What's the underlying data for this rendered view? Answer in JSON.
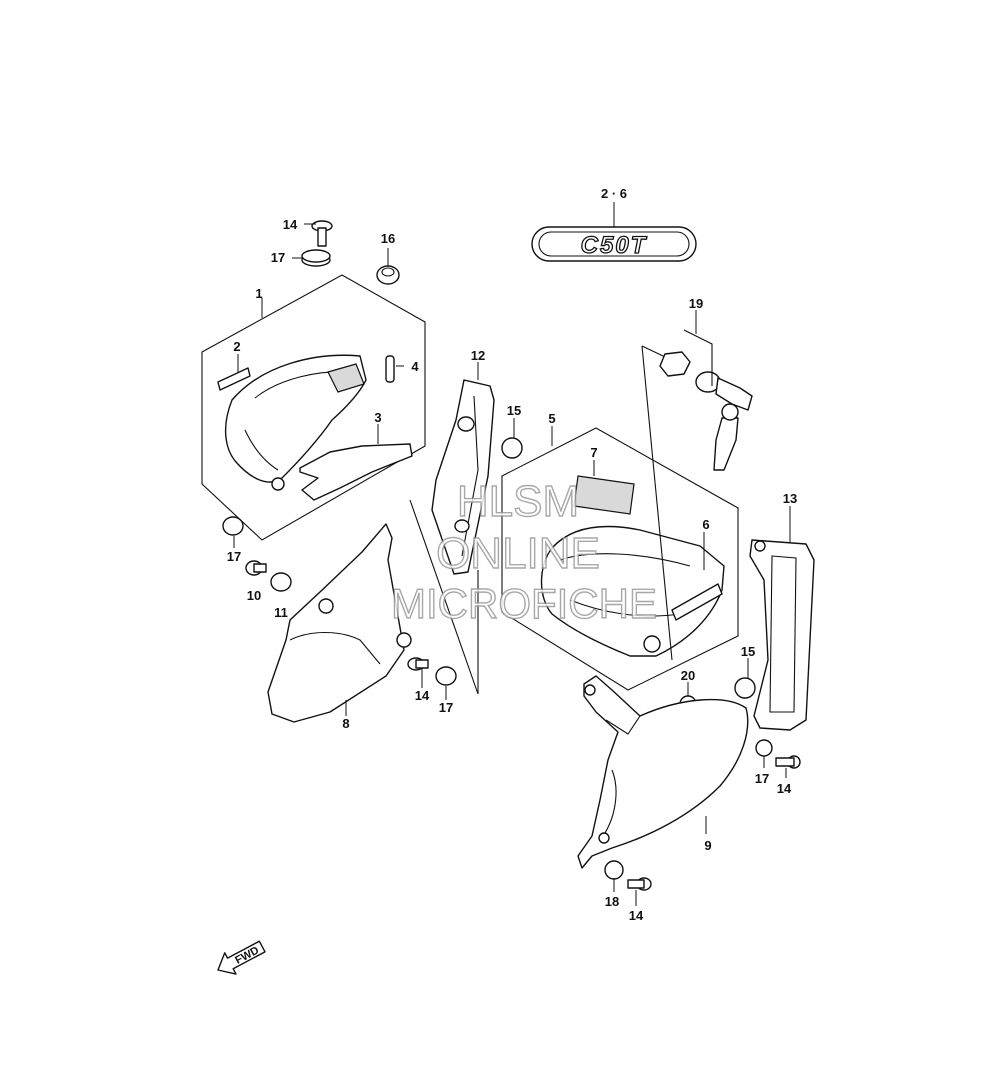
{
  "emblem_text": "C50T",
  "fwd_label": "FWD",
  "watermark": [
    "HLSM",
    "ONLINE",
    "MICROFICHE"
  ],
  "callouts": {
    "c1": "1",
    "c2": "2",
    "c3": "3",
    "c4": "4",
    "c5": "5",
    "c6": "6",
    "c7": "7",
    "c8": "8",
    "c9": "9",
    "c10": "10",
    "c11": "11",
    "c12": "12",
    "c13": "13",
    "c14a": "14",
    "c14b": "14",
    "c14c": "14",
    "c14d": "14",
    "c15a": "15",
    "c15b": "15",
    "c16": "16",
    "c17a": "17",
    "c17b": "17",
    "c17c": "17",
    "c17d": "17",
    "c18": "18",
    "c19": "19",
    "c20": "20",
    "c26": "2 · 6"
  }
}
